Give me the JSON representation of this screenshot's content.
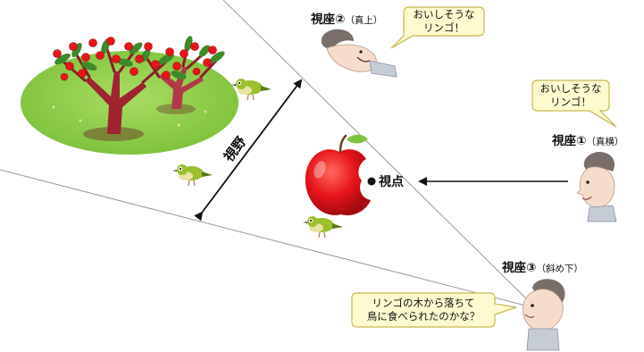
{
  "field_of_view_label": "視野",
  "viewpoint_label": "視点",
  "viewers": [
    {
      "label": "視座②",
      "note": "（真上）"
    },
    {
      "label": "視座①",
      "note": "（真横）"
    },
    {
      "label": "視座③",
      "note": "（斜め下）"
    }
  ],
  "bubbles": [
    {
      "lines": [
        "おいしそうな",
        "リンゴ！"
      ]
    },
    {
      "lines": [
        "おいしそうな",
        "リンゴ！"
      ]
    },
    {
      "lines": [
        "リンゴの木から落ちて",
        "鳥に食べられたのかな？"
      ]
    }
  ],
  "colors": {
    "bubble_fill": "#fdfad0",
    "bubble_stroke": "#c8b850",
    "apple_red": "#e8151b",
    "grass": "#8fcf4a",
    "bird_green": "#9cbf2e",
    "trunk": "#9e2430"
  },
  "icons": [
    "apple-icon",
    "apple-tree-icon",
    "bird-icon",
    "person-head-icon",
    "speech-bubble-icon",
    "arrow-icon"
  ]
}
